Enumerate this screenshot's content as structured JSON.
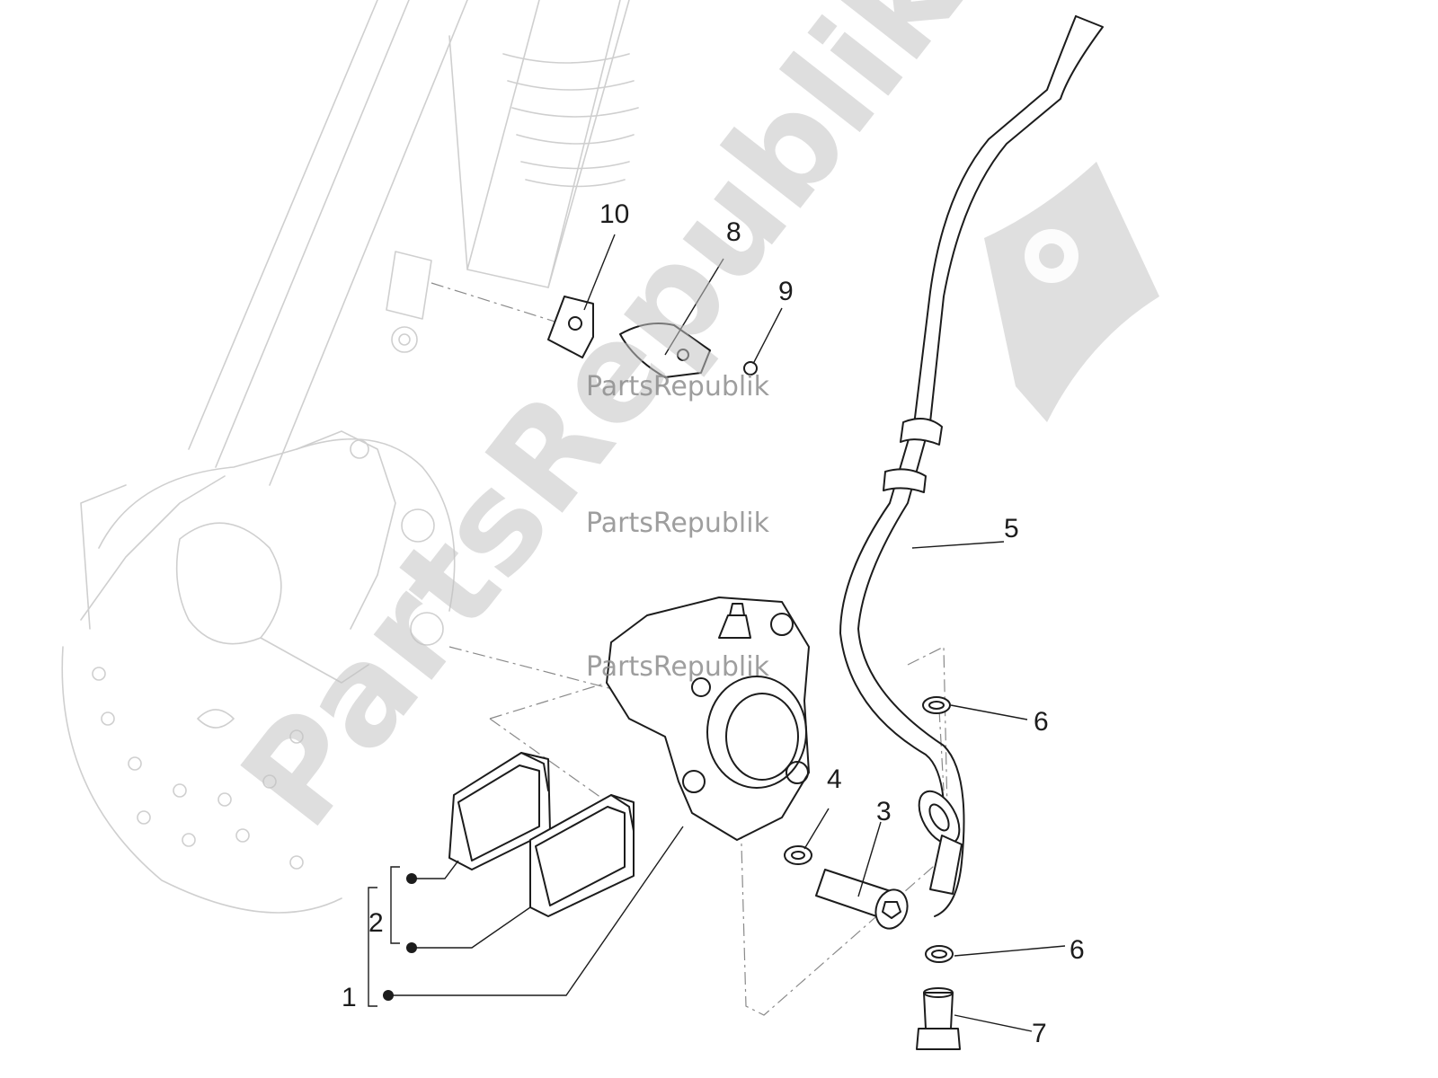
{
  "watermark": {
    "main": "PartsRepublik",
    "small": [
      "PartsRepublik",
      "PartsRepublik",
      "PartsRepublik"
    ]
  },
  "callouts": [
    "1",
    "2",
    "3",
    "4",
    "5",
    "6",
    "6",
    "7",
    "8",
    "9",
    "10"
  ],
  "colors": {
    "line": "#1c1c1c",
    "ghost": "#cfcfcf",
    "watermark": "#c4c4c4"
  }
}
